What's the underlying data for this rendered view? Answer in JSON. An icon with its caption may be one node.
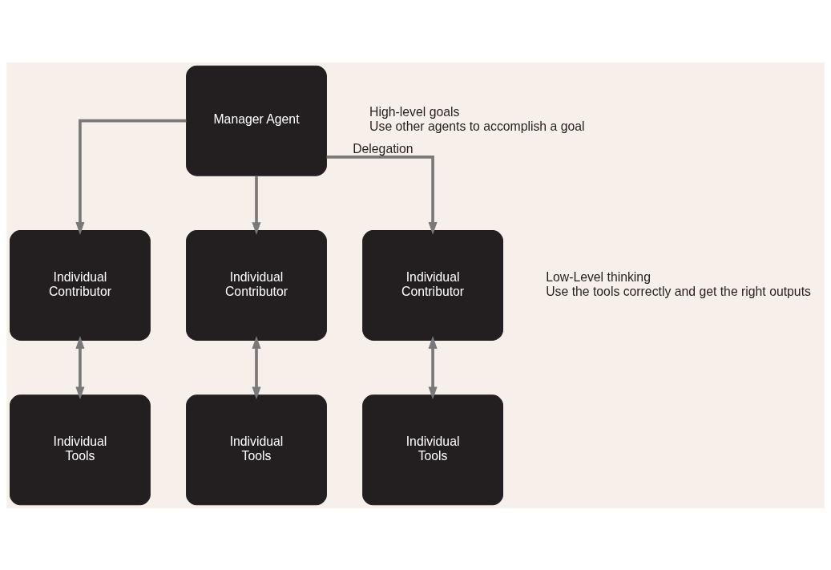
{
  "diagram": {
    "nodes": [
      {
        "text": [
          "Manager Agent"
        ],
        "beside": [
          "High-level goals",
          "Use other agents to accomplish a goal"
        ]
      },
      {
        "text": [
          "Individual Contributor"
        ]
      },
      {
        "text": [
          "Individual Contributor"
        ]
      },
      {
        "text": [
          "Individual Contributor"
        ],
        "beside": [
          "Low-Level thinking",
          "Use the tools correctly and get the right outputs"
        ]
      },
      {
        "text": [
          "Individual Tools"
        ]
      },
      {
        "text": [
          "Individual Tools"
        ]
      },
      {
        "text": [
          "Individual Tools"
        ]
      }
    ],
    "edges": [
      {
        "from": 0,
        "to": 1,
        "arrow": "to"
      },
      {
        "from": 0,
        "to": 2,
        "arrow": "to"
      },
      {
        "from": 0,
        "to": 3,
        "arrow": "to",
        "label": "Delegation"
      },
      {
        "from": 1,
        "to": 4,
        "arrow": "both"
      },
      {
        "from": 2,
        "to": 5,
        "arrow": "both"
      },
      {
        "from": 3,
        "to": 6,
        "arrow": "both"
      }
    ]
  }
}
